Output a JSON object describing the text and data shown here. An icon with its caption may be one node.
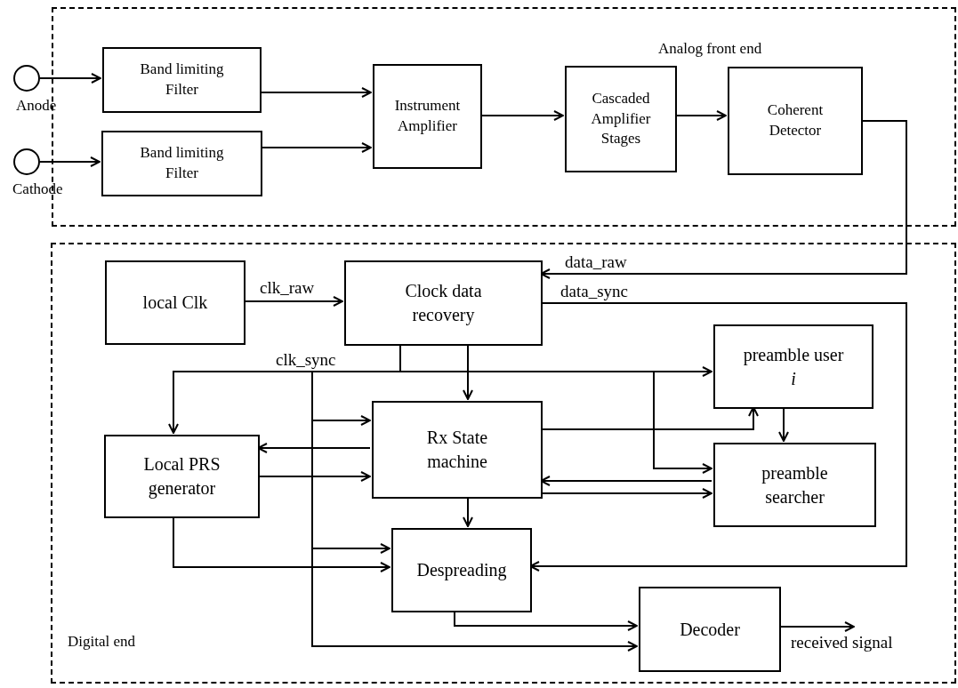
{
  "diagram": {
    "nodes": [
      {
        "text": [
          "Analog front end"
        ]
      },
      {
        "text": [],
        "shape": "circle",
        "beside": [
          "Anode"
        ]
      },
      {
        "text": [],
        "shape": "circle",
        "beside": [
          "Cathode"
        ]
      },
      {
        "text": [
          "Band limiting Filter"
        ],
        "in": 0
      },
      {
        "text": [
          "Band limiting Filter"
        ],
        "in": 0
      },
      {
        "text": [
          "Instrument Amplifier"
        ],
        "in": 0
      },
      {
        "text": [
          "Cascaded Amplifier Stages"
        ],
        "in": 0
      },
      {
        "text": [
          "Coherent Detector"
        ],
        "in": 0
      },
      {
        "text": [
          "Digital end"
        ]
      },
      {
        "text": [
          "local Clk"
        ],
        "in": 8
      },
      {
        "text": [
          "Clock data recovery"
        ],
        "in": 8
      },
      {
        "text": [
          "preamble user *i*"
        ],
        "in": 8
      },
      {
        "text": [
          "Local PRS generator"
        ],
        "in": 8
      },
      {
        "text": [
          "Rx State machine"
        ],
        "in": 8
      },
      {
        "text": [
          "preamble searcher"
        ],
        "in": 8
      },
      {
        "text": [
          "Despreading"
        ],
        "in": 8
      },
      {
        "text": [
          "Decoder"
        ],
        "in": 8
      }
    ],
    "edges": [
      {
        "from": 1,
        "to": 3,
        "arrow": "to"
      },
      {
        "from": 2,
        "to": 4,
        "arrow": "to"
      },
      {
        "from": 3,
        "to": 5,
        "arrow": "to"
      },
      {
        "from": 4,
        "to": 5,
        "arrow": "to"
      },
      {
        "from": 5,
        "to": 6,
        "arrow": "to"
      },
      {
        "from": 6,
        "to": 7,
        "arrow": "to"
      },
      {
        "from": 7,
        "to": 10,
        "arrow": "to",
        "label": "data_raw"
      },
      {
        "from": 9,
        "to": 10,
        "arrow": "to",
        "label": "clk_raw"
      },
      {
        "from": 10,
        "to": 15,
        "arrow": "to",
        "label": "data_sync"
      },
      {
        "from": 10,
        "to": 13,
        "arrow": "to"
      },
      {
        "from": 10,
        "to": 12,
        "arrow": "to",
        "label": "clk_sync"
      },
      {
        "from": 10,
        "to": 11,
        "arrow": "to"
      },
      {
        "from": 10,
        "to": 14,
        "arrow": "to"
      },
      {
        "from": 10,
        "to": 13,
        "arrow": "to"
      },
      {
        "from": 10,
        "to": 15,
        "arrow": "to"
      },
      {
        "from": 10,
        "to": 16,
        "arrow": "to"
      },
      {
        "from": 13,
        "to": 12,
        "arrow": "to"
      },
      {
        "from": 12,
        "to": 13,
        "arrow": "to"
      },
      {
        "from": 13,
        "to": 11,
        "arrow": "to"
      },
      {
        "from": 11,
        "to": 14,
        "arrow": "to"
      },
      {
        "from": 14,
        "to": 13,
        "arrow": "to"
      },
      {
        "from": 13,
        "to": 14,
        "arrow": "to"
      },
      {
        "from": 13,
        "to": 15,
        "arrow": "to"
      },
      {
        "from": 12,
        "to": 15,
        "arrow": "to"
      },
      {
        "from": 15,
        "to": 16,
        "arrow": "to"
      },
      {
        "from": 16,
        "to": null,
        "arrow": "to",
        "label": "received signal"
      }
    ]
  }
}
